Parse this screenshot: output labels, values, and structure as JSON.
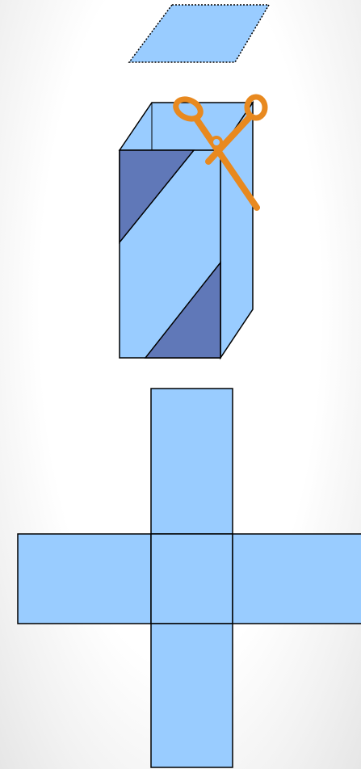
{
  "colors": {
    "face_light": "#99ccff",
    "face_dark": "#6078b8",
    "outline": "#000000",
    "scissors": "#e8891f",
    "background": "#ffffff"
  },
  "icons": {
    "scissors": "scissors-icon"
  },
  "diagram": {
    "description_parts": [
      "lid-square",
      "box-prism",
      "cube-net"
    ]
  }
}
